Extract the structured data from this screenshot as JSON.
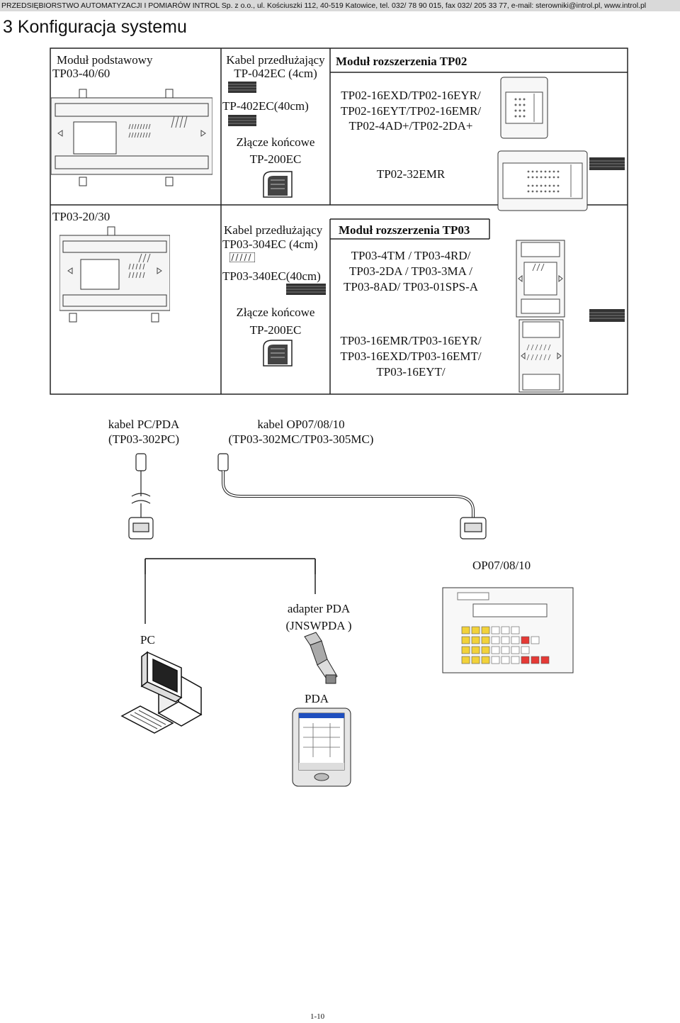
{
  "header": "PRZEDSIĘBIORSTWO AUTOMATYZACJI I POMIARÓW INTROL Sp. z o.o., ul. Kościuszki 112, 40-519 Katowice, tel. 032/ 78 90 015, fax 032/ 205 33 77, e-mail: sterowniki@introl.pl, www.introl.pl",
  "title": "3 Konfiguracja systemu",
  "base": {
    "label": "Moduł podstawowy",
    "model": "TP03-40/60",
    "model2": "TP03-20/30"
  },
  "tp02_ext": {
    "cable_title": "Kabel przedłużający",
    "cable_short": "TP-042EC (4cm)",
    "cable_long": "TP-402EC(40cm)",
    "end_title": "Złącze końcowe",
    "end_model": "TP-200EC",
    "module_title": "Moduł rozszerzenia TP02",
    "line1": "TP02-16EXD/TP02-16EYR/",
    "line2": "TP02-16EYT/TP02-16EMR/",
    "line3": "TP02-4AD+/TP02-2DA+",
    "line4": "TP02-32EMR"
  },
  "tp03_ext": {
    "cable_title": "Kabel przedłużający",
    "cable_short": "TP03-304EC (4cm)",
    "cable_long": "TP03-340EC(40cm)",
    "end_title": "Złącze końcowe",
    "end_model": "TP-200EC",
    "module_title": "Moduł rozszerzenia TP03",
    "line1": "TP03-4TM / TP03-4RD/",
    "line2": "TP03-2DA / TP03-3MA /",
    "line3": "TP03-8AD/ TP03-01SPS-A",
    "line4": "TP03-16EMR/TP03-16EYR/",
    "line5": "TP03-16EXD/TP03-16EMT/",
    "line6": "TP03-16EYT/"
  },
  "cables": {
    "pc_title": "kabel PC/PDA",
    "pc_model": "(TP03-302PC)",
    "op_title": "kabel OP07/08/10",
    "op_model": "(TP03-302MC/TP03-305MC)"
  },
  "devices": {
    "op_label": "OP07/08/10",
    "pc_label": "PC",
    "adapter_title": "adapter PDA",
    "adapter_model": "(JNSWPDA )",
    "pda_label": "PDA"
  },
  "page_number": "1-10"
}
